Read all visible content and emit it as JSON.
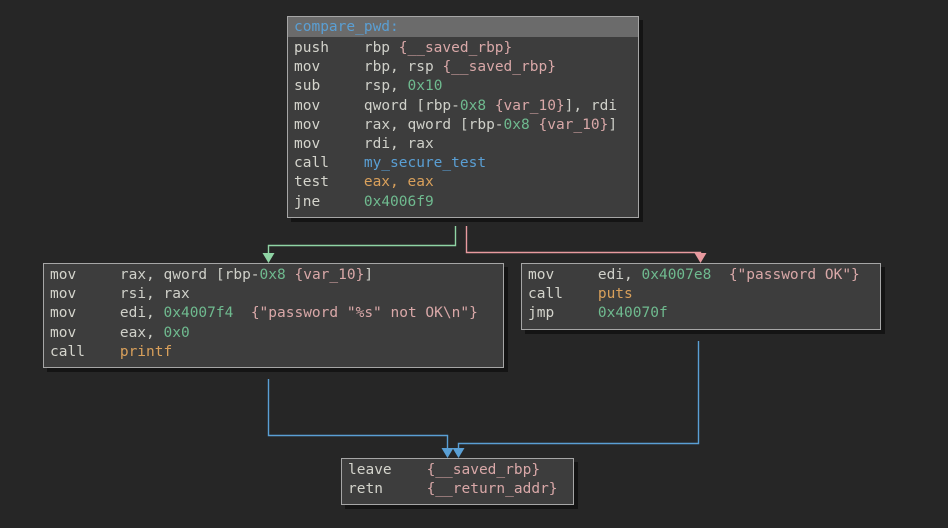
{
  "graph": {
    "title": "compare_pwd control flow graph",
    "canvas_background": "#262626",
    "edge_colors": {
      "true_branch": "#e89a9f",
      "false_branch": "#8fd4a4",
      "unconditional": "#5a9fd4"
    }
  },
  "blocks": {
    "entry": {
      "label": "compare_pwd:",
      "instructions": [
        {
          "mnemonic": "push",
          "operands": "rbp ",
          "annotation": "{__saved_rbp}"
        },
        {
          "mnemonic": "mov",
          "operands": "rbp, rsp ",
          "annotation": "{__saved_rbp}"
        },
        {
          "mnemonic": "sub",
          "operands": "rsp, ",
          "number": "0x10"
        },
        {
          "mnemonic": "mov",
          "operands": "qword [rbp-0x8 {var_10}], rdi"
        },
        {
          "mnemonic": "mov",
          "operands": "rax, qword [rbp-0x8 {var_10}]"
        },
        {
          "mnemonic": "mov",
          "operands": "rdi, rax"
        },
        {
          "mnemonic": "call",
          "target": "my_secure_test"
        },
        {
          "mnemonic": "test",
          "operands": "eax, eax"
        },
        {
          "mnemonic": "jne",
          "number": "0x4006f9"
        }
      ]
    },
    "false_branch": {
      "instructions": [
        {
          "mnemonic": "mov",
          "operands": "rax, qword [rbp-0x8 {var_10}]"
        },
        {
          "mnemonic": "mov",
          "operands": "rsi, rax"
        },
        {
          "mnemonic": "mov",
          "operands": "edi, ",
          "number": "0x4007f4",
          "string": "{\"password \"%s\" not OK\\n\"}"
        },
        {
          "mnemonic": "mov",
          "operands": "eax, ",
          "number": "0x0"
        },
        {
          "mnemonic": "call",
          "import": "printf"
        }
      ]
    },
    "true_branch": {
      "instructions": [
        {
          "mnemonic": "mov",
          "operands": "edi, ",
          "number": "0x4007e8",
          "string": "{\"password OK\"}"
        },
        {
          "mnemonic": "call",
          "import": "puts"
        },
        {
          "mnemonic": "jmp",
          "number": "0x40070f"
        }
      ]
    },
    "exit": {
      "instructions": [
        {
          "mnemonic": "leave",
          "annotation": "{__saved_rbp}"
        },
        {
          "mnemonic": "retn",
          "annotation": "{__return_addr}"
        }
      ]
    }
  },
  "text": {
    "entry_label": "compare_pwd:",
    "entry_l1_mn": "push",
    "entry_l1_op": "rbp ",
    "entry_l1_ann": "{__saved_rbp}",
    "entry_l2_mn": "mov",
    "entry_l2_op": "rbp, rsp ",
    "entry_l2_ann": "{__saved_rbp}",
    "entry_l3_mn": "sub",
    "entry_l3_op": "rsp, ",
    "entry_l3_num": "0x10",
    "entry_l4_mn": "mov",
    "entry_l4_a": "qword [rbp-",
    "entry_l4_num": "0x8",
    "entry_l4_b": " ",
    "entry_l4_ann": "{var_10}",
    "entry_l4_c": "], rdi",
    "entry_l5_mn": "mov",
    "entry_l5_a": "rax, qword [rbp-",
    "entry_l5_num": "0x8",
    "entry_l5_b": " ",
    "entry_l5_ann": "{var_10}",
    "entry_l5_c": "]",
    "entry_l6_mn": "mov",
    "entry_l6_op": "rdi, rax",
    "entry_l7_mn": "call",
    "entry_l7_fn": "my_secure_test",
    "entry_l8_mn": "test",
    "entry_l8_op": "eax, eax",
    "entry_l9_mn": "jne",
    "entry_l9_num": "0x4006f9",
    "false_l1_mn": "mov",
    "false_l1_a": "rax, qword [rbp-",
    "false_l1_num": "0x8",
    "false_l1_b": " ",
    "false_l1_ann": "{var_10}",
    "false_l1_c": "]",
    "false_l2_mn": "mov",
    "false_l2_op": "rsi, rax",
    "false_l3_mn": "mov",
    "false_l3_op": "edi, ",
    "false_l3_num": "0x4007f4",
    "false_l3_str": "{\"password \"%s\" not OK\\n\"}",
    "false_l4_mn": "mov",
    "false_l4_op": "eax, ",
    "false_l4_num": "0x0",
    "false_l5_mn": "call",
    "false_l5_imp": "printf",
    "true_l1_mn": "mov",
    "true_l1_op": "edi, ",
    "true_l1_num": "0x4007e8",
    "true_l1_str": "{\"password OK\"}",
    "true_l2_mn": "call",
    "true_l2_imp": "puts",
    "true_l3_mn": "jmp",
    "true_l3_num": "0x40070f",
    "exit_l1_mn": "leave",
    "exit_l1_ann": "{__saved_rbp}",
    "exit_l2_mn": "retn",
    "exit_l2_ann": "{__return_addr}"
  }
}
